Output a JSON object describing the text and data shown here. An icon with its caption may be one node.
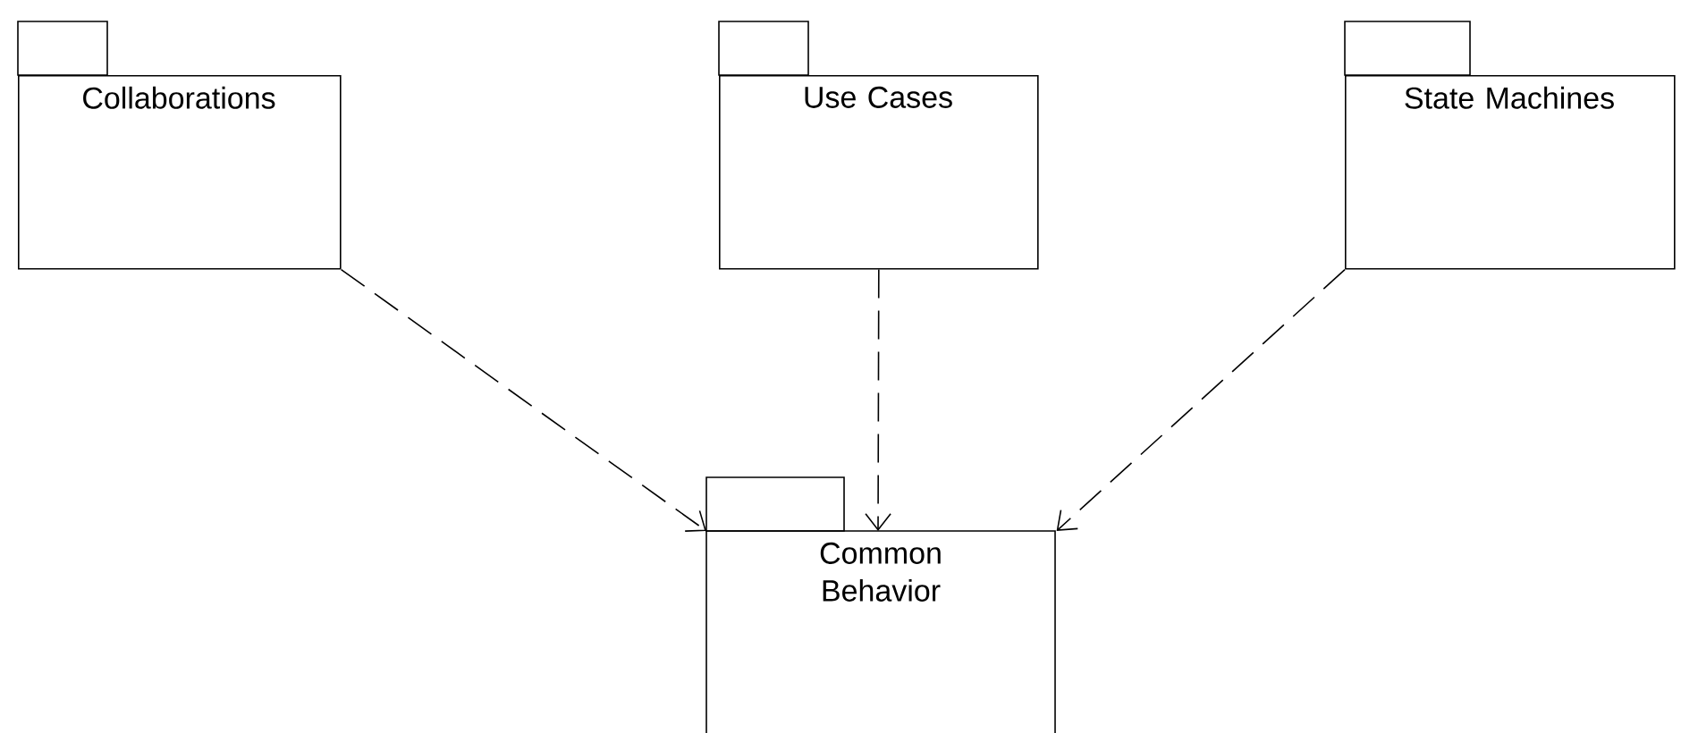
{
  "diagram": {
    "nodes": [
      {
        "text": [
          "Collaborations"
        ]
      },
      {
        "text": [
          "Use Cases"
        ]
      },
      {
        "text": [
          "State Machines"
        ]
      },
      {
        "text": [
          "Common Behavior"
        ]
      }
    ],
    "edges": [
      {
        "from": 0,
        "to": 3,
        "arrow": "to",
        "style": "dashed"
      },
      {
        "from": 1,
        "to": 3,
        "arrow": "to",
        "style": "dashed"
      },
      {
        "from": 2,
        "to": 3,
        "arrow": "to",
        "style": "dashed"
      }
    ]
  }
}
